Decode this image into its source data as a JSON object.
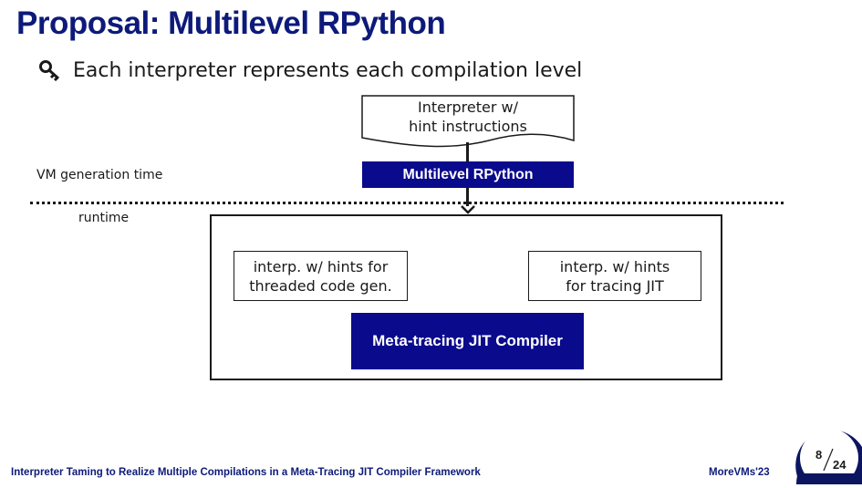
{
  "slide": {
    "title": "Proposal: Multilevel RPython",
    "bullet": {
      "icon": "key-icon",
      "text": "Each interpreter represents each compilation level"
    }
  },
  "diagram": {
    "source_doc": {
      "line1": "Interpreter w/",
      "line2": "hint instructions"
    },
    "generator": "Multilevel RPython",
    "phase_labels": {
      "generation": "VM generation time",
      "runtime": "runtime"
    },
    "runtime_contents": {
      "threaded": {
        "line1": "interp. w/ hints for",
        "line2": "threaded code gen."
      },
      "tracing": {
        "line1": "interp. w/ hints",
        "line2": "for tracing JIT"
      },
      "compiler": "Meta-tracing JIT Compiler"
    }
  },
  "footer": {
    "paper_title": "Interpreter Taming to Realize Multiple Compilations in a Meta-Tracing JIT Compiler Framework",
    "venue": "MoreVMs'23",
    "page": "8",
    "total_pages": "24"
  },
  "colors": {
    "title": "#0d1a7a",
    "accent_box": "#0a0a8c",
    "text": "#1a1a1a"
  }
}
